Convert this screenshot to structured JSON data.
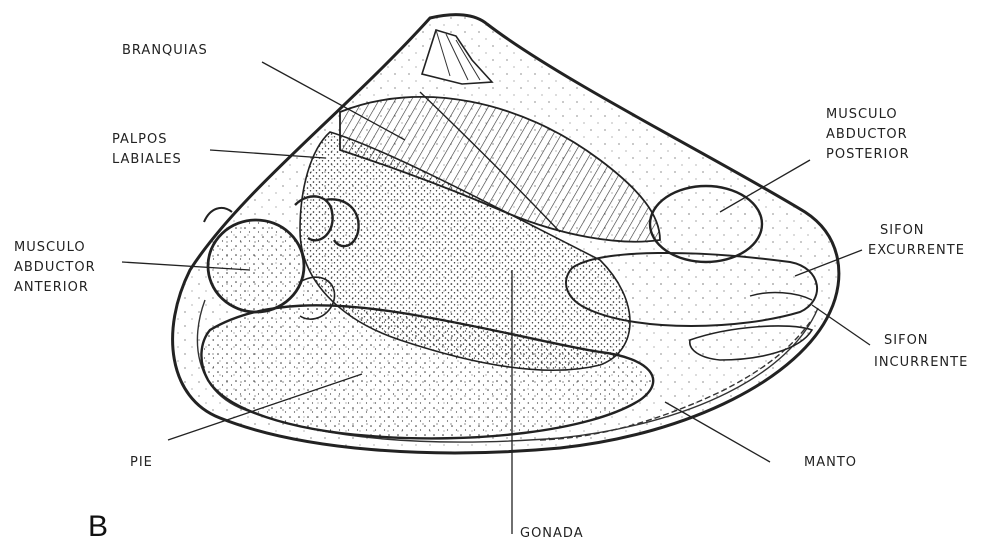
{
  "panel_letter": "B",
  "labels": {
    "branquias": "BRANQUIAS",
    "palpos_1": "PALPOS",
    "palpos_2": "LABIALES",
    "ant_1": "MUSCULO",
    "ant_2": "ABDUCTOR",
    "ant_3": "ANTERIOR",
    "post_1": "MUSCULO",
    "post_2": "ABDUCTOR",
    "post_3": "POSTERIOR",
    "exc_1": "SIFON",
    "exc_2": "EXCURRENTE",
    "inc_1": "SIFON",
    "inc_2": "INCURRENTE",
    "manto": "MANTO",
    "pie": "PIE",
    "gonada": "GONADA"
  },
  "colors": {
    "ink": "#222222",
    "paper": "#ffffff"
  }
}
